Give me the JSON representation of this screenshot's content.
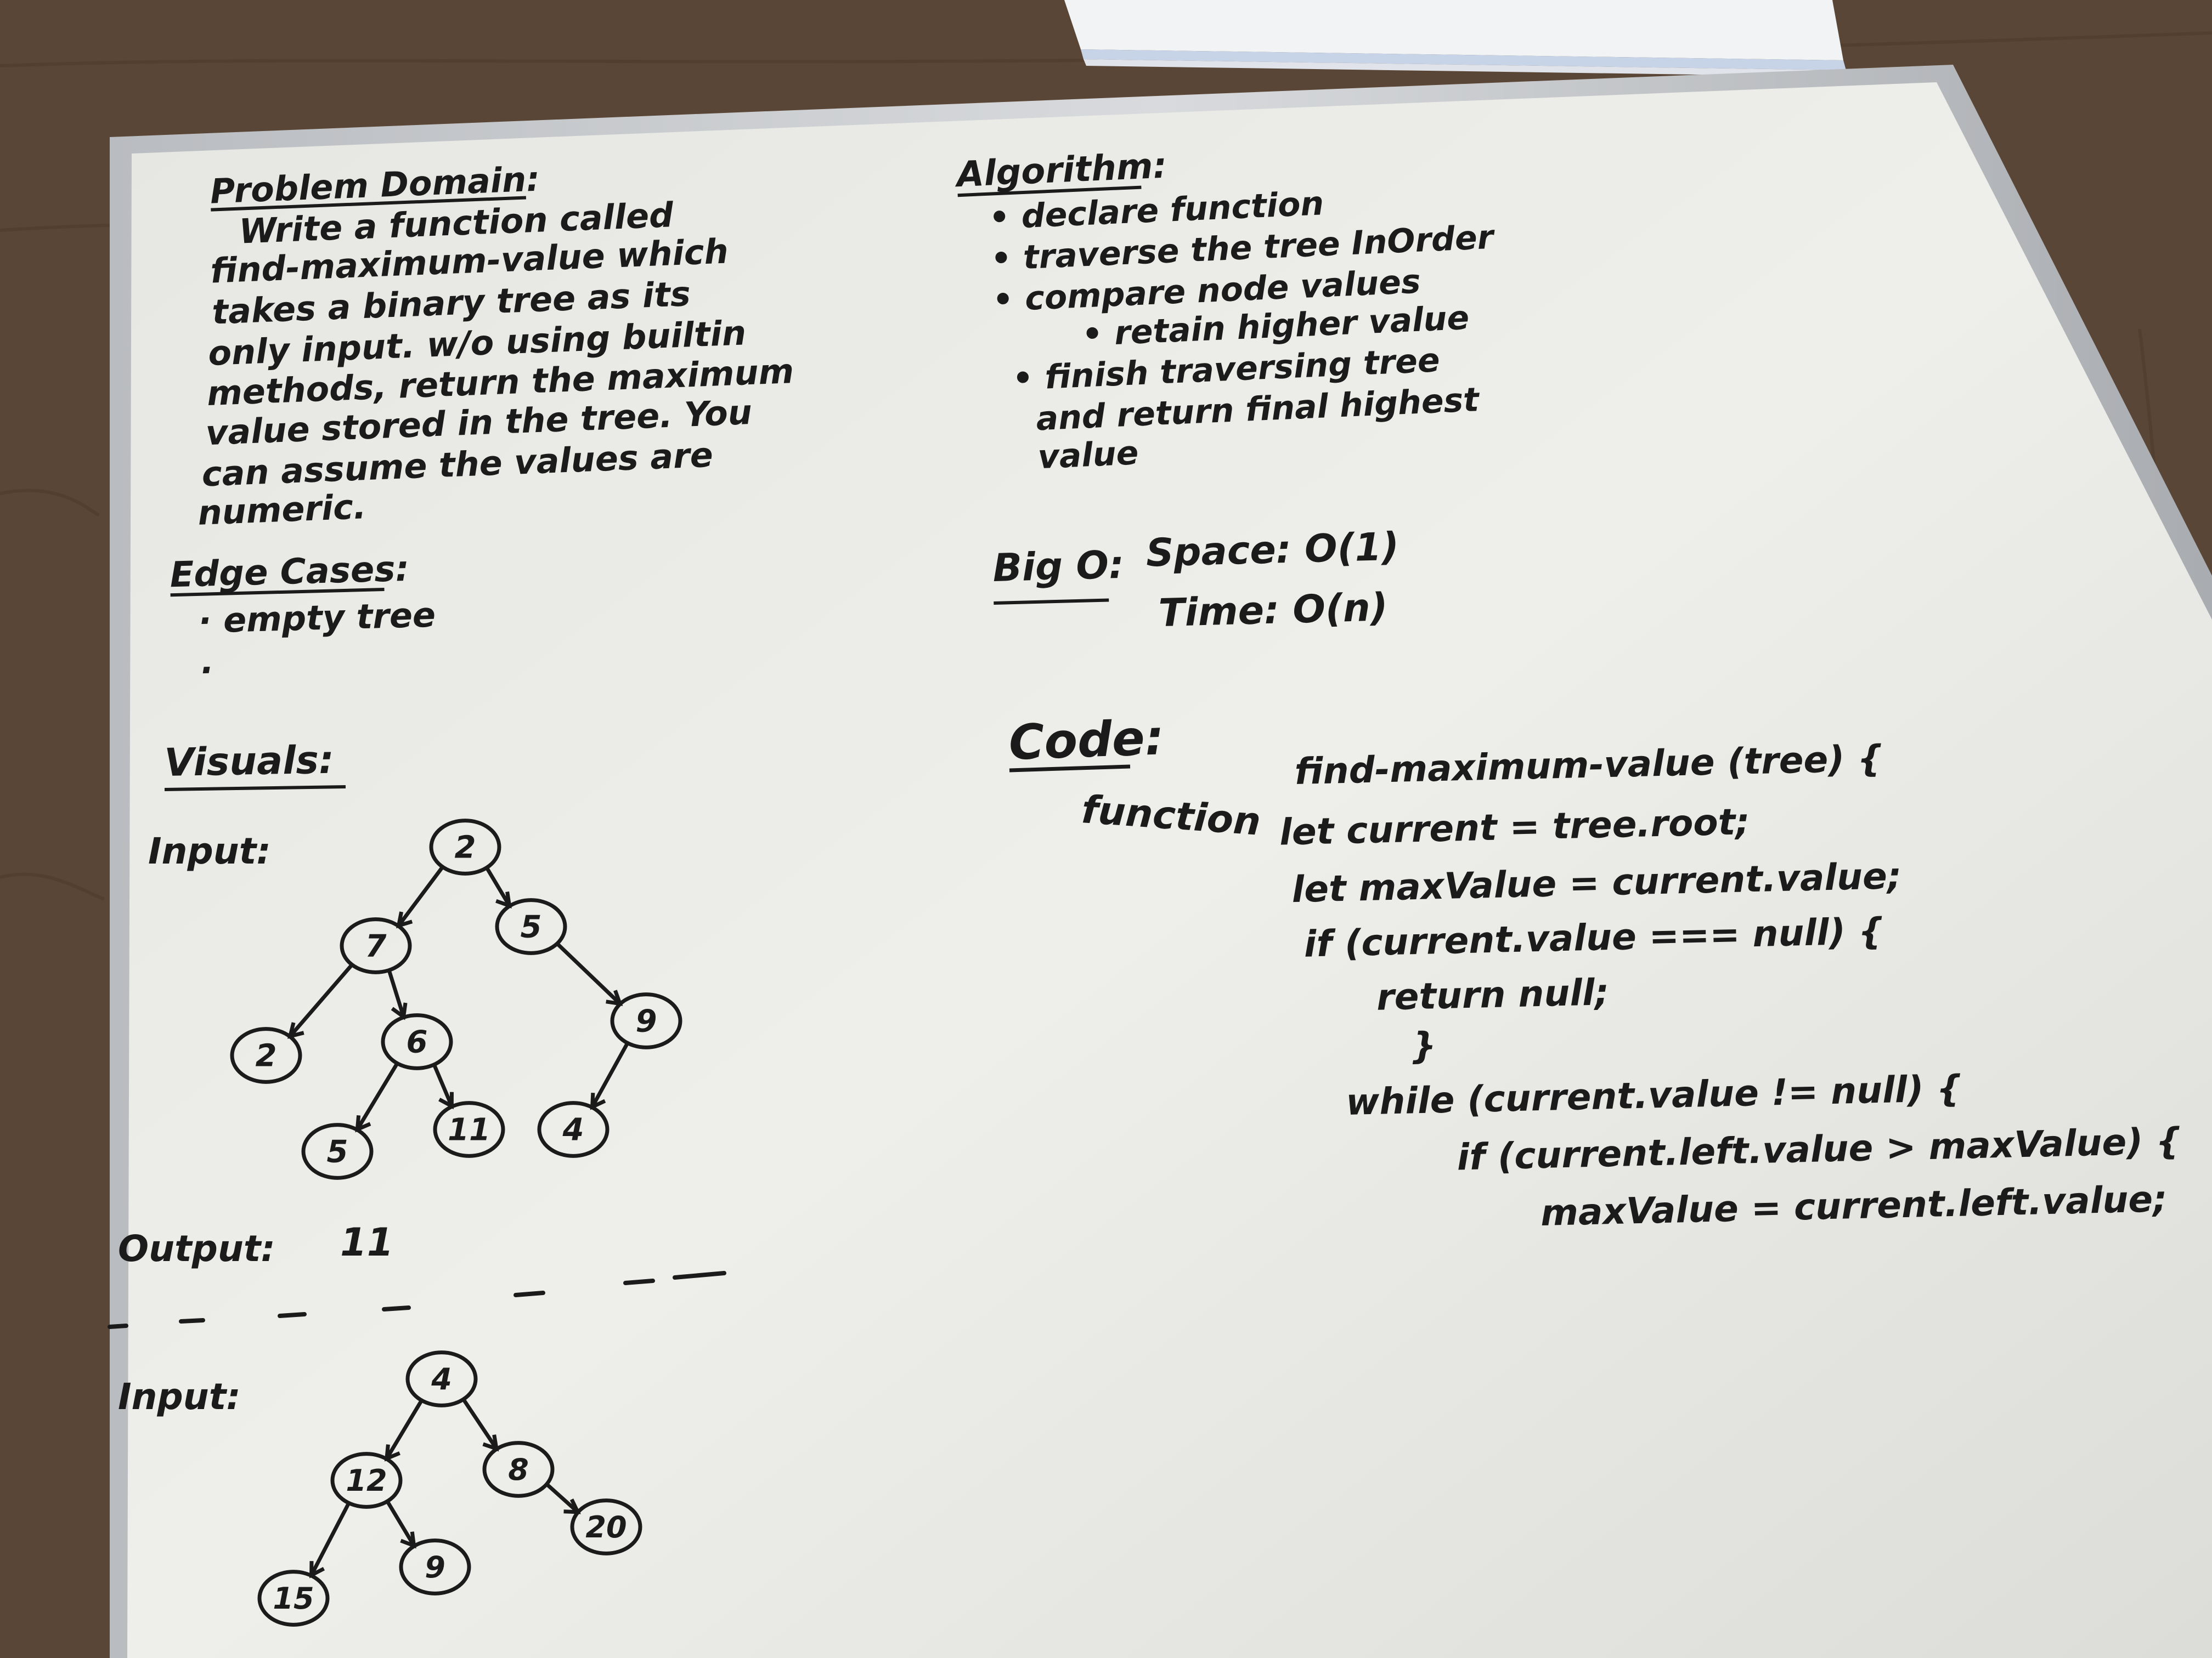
{
  "problem_domain": {
    "heading": "Problem Domain:",
    "lines": [
      "Write a function called",
      "find-maximum-value which",
      "takes a binary tree as its",
      "only input. w/o using builtin",
      "methods, return the maximum",
      "value stored in the tree. You",
      "can assume the values are",
      "numeric."
    ]
  },
  "edge_cases": {
    "heading": "Edge Cases:",
    "items": [
      "· empty tree",
      "·"
    ]
  },
  "visuals": {
    "heading": "Visuals:",
    "input1_label": "Input:",
    "output_label": "Output:",
    "output_value": "11",
    "input2_label": "Input:"
  },
  "tree1": {
    "nodes": [
      {
        "id": "a",
        "label": "2"
      },
      {
        "id": "b",
        "label": "7"
      },
      {
        "id": "c",
        "label": "5"
      },
      {
        "id": "d",
        "label": "2"
      },
      {
        "id": "e",
        "label": "6"
      },
      {
        "id": "f",
        "label": "9"
      },
      {
        "id": "g",
        "label": "5"
      },
      {
        "id": "h",
        "label": "11"
      },
      {
        "id": "i",
        "label": "4"
      }
    ],
    "edges": [
      [
        "a",
        "b"
      ],
      [
        "a",
        "c"
      ],
      [
        "b",
        "d"
      ],
      [
        "b",
        "e"
      ],
      [
        "c",
        "f"
      ],
      [
        "e",
        "g"
      ],
      [
        "e",
        "h"
      ],
      [
        "f",
        "i"
      ]
    ]
  },
  "tree2": {
    "nodes": [
      {
        "id": "a",
        "label": "4"
      },
      {
        "id": "b",
        "label": "12"
      },
      {
        "id": "c",
        "label": "8"
      },
      {
        "id": "d",
        "label": "20"
      },
      {
        "id": "e",
        "label": "9"
      },
      {
        "id": "f",
        "label": "15"
      }
    ],
    "edges": [
      [
        "a",
        "b"
      ],
      [
        "a",
        "c"
      ],
      [
        "c",
        "d"
      ],
      [
        "b",
        "e"
      ],
      [
        "b",
        "f"
      ]
    ]
  },
  "algorithm": {
    "heading": "Algorithm:",
    "lines": [
      "• declare function",
      "• traverse the tree InOrder",
      "• compare node values",
      "• retain higher value",
      "• finish traversing tree",
      "and return final highest",
      "value"
    ]
  },
  "big_o": {
    "label": "Big O:",
    "space": "Space: O(1)",
    "time": "Time: O(n)"
  },
  "code": {
    "heading": "Code:",
    "keyword": "function",
    "lines": [
      "find-maximum-value (tree) {",
      "let current = tree.root;",
      "let maxValue = current.value;",
      "if (current.value === null) {",
      "return null;",
      "}",
      "while (current.value != null) {",
      "if (current.left.value > maxValue) {",
      "maxValue = current.left.value;"
    ]
  },
  "colors": {
    "table": "#5a4636",
    "board": "#ecebe6",
    "frame": "#c9ccd0",
    "ink": "#1b1b1b"
  }
}
